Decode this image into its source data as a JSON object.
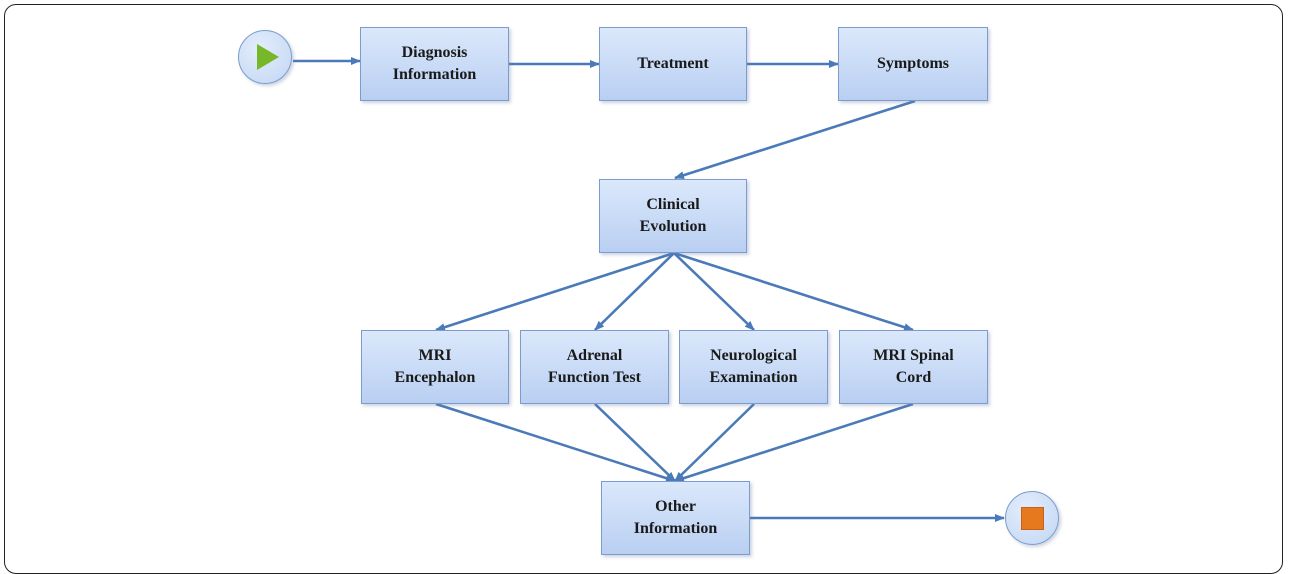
{
  "nodes": {
    "diagnosis": "Diagnosis\nInformation",
    "treatment": "Treatment",
    "symptoms": "Symptoms",
    "clinical": "Clinical\nEvolution",
    "mri_encephalon": "MRI\nEncephalon",
    "adrenal": "Adrenal\nFunction Test",
    "neuro": "Neurological\nExamination",
    "mri_spinal": "MRI Spinal\nCord",
    "other": "Other\nInformation"
  },
  "start": {
    "icon": "play-icon",
    "color": "#76b82a"
  },
  "end": {
    "icon": "stop-icon",
    "color": "#e6781e"
  },
  "edges": [
    [
      "start",
      "diagnosis"
    ],
    [
      "diagnosis",
      "treatment"
    ],
    [
      "treatment",
      "symptoms"
    ],
    [
      "symptoms",
      "clinical"
    ],
    [
      "clinical",
      "mri_encephalon"
    ],
    [
      "clinical",
      "adrenal"
    ],
    [
      "clinical",
      "neuro"
    ],
    [
      "clinical",
      "mri_spinal"
    ],
    [
      "mri_encephalon",
      "other"
    ],
    [
      "adrenal",
      "other"
    ],
    [
      "neuro",
      "other"
    ],
    [
      "mri_spinal",
      "other"
    ],
    [
      "other",
      "end"
    ]
  ],
  "colors": {
    "node_border": "#7b9ccc",
    "node_fill": "#c9dbf6",
    "arrow": "#4a7ab8"
  }
}
